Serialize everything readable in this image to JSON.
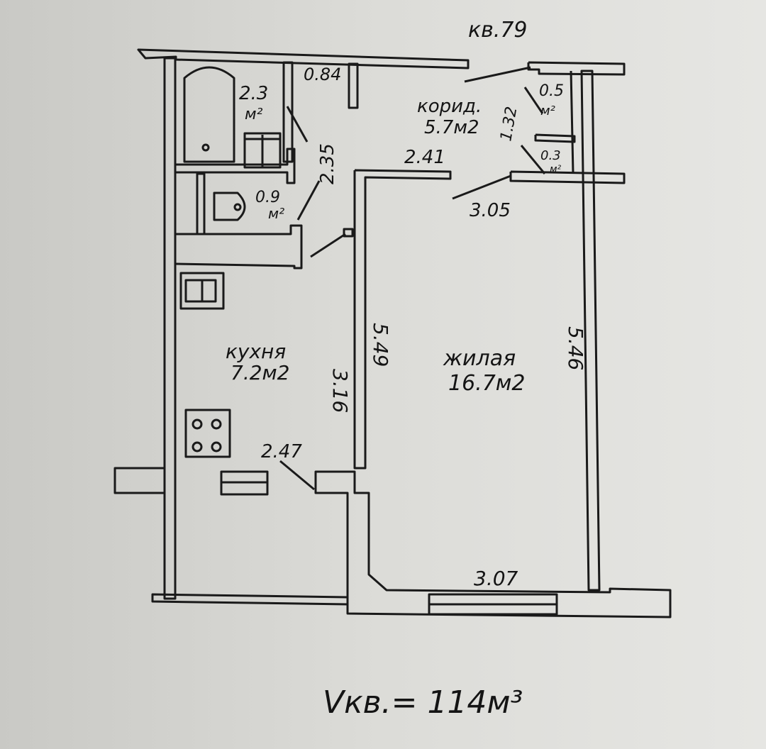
{
  "apartment_label": "кв.79",
  "rooms": {
    "bathroom": {
      "area": "2.3",
      "unit": "м²"
    },
    "toilet": {
      "area": "0.9",
      "unit": "м²"
    },
    "corridor": {
      "name": "корид.",
      "area": "5.7м2"
    },
    "closet_1": {
      "area": "0.5",
      "unit": "м²"
    },
    "closet_2": {
      "area": "0.3",
      "unit": "м²"
    },
    "kitchen": {
      "name": "кухня",
      "area": "7.2м2"
    },
    "living": {
      "name": "жилая",
      "area": "16.7м2"
    }
  },
  "dimensions": [
    "0.84",
    "2.35",
    "2.41",
    "1.32",
    "3.05",
    "3.16",
    "5.49",
    "5.46",
    "2.47",
    "3.07"
  ],
  "volume": "Vкв.= 114м³"
}
